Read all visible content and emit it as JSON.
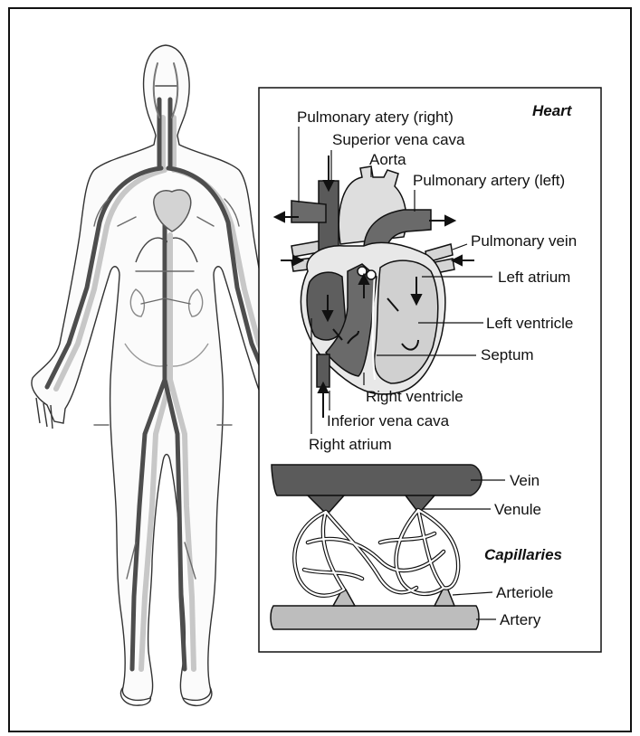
{
  "heart_panel": {
    "title": "Heart",
    "labels": {
      "pulmonary_artery_right": "Pulmonary atery (right)",
      "superior_vena_cava": "Superior vena cava",
      "aorta": "Aorta",
      "pulmonary_artery_left": "Pulmonary artery (left)",
      "pulmonary_vein": "Pulmonary vein",
      "left_atrium": "Left atrium",
      "left_ventricle": "Left ventricle",
      "septum": "Septum",
      "right_ventricle": "Right ventricle",
      "inferior_vena_cava": "Inferior vena cava",
      "right_atrium": "Right atrium"
    }
  },
  "vessel_panel": {
    "title": "Capillaries",
    "labels": {
      "vein": "Vein",
      "venule": "Venule",
      "arteriole": "Arteriole",
      "artery": "Artery"
    }
  },
  "colors": {
    "outline": "#111111",
    "vein_dark": "#555555",
    "artery_light": "#bfbfbf",
    "heart_light": "#d9d9d9",
    "background": "#ffffff"
  }
}
